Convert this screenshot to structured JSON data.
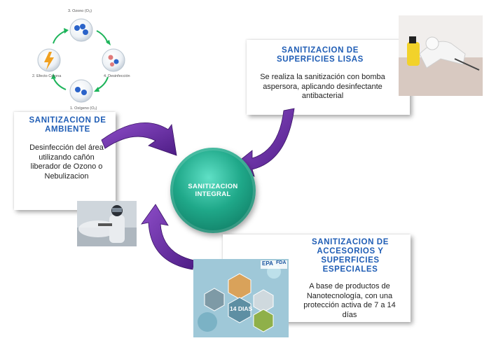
{
  "ozone_cycle": {
    "top_label": "3. Ozono (O₃)",
    "right_label": "4. Desinfección",
    "left_label": "2. Efecto Corona",
    "bottom_label": "1. Oxígeno (O₂)"
  },
  "ambiente": {
    "title": "SANITIZACION DE AMBIENTE",
    "body": "Desinfección del área utilizando cañón liberador de Ozono o Nebulizacion"
  },
  "superficies_lisas": {
    "title": "SANITIZACION DE SUPERFICIES LISAS",
    "body": "Se realiza la sanitización con bomba aspersora, aplicando desinfectante antibacterial"
  },
  "center": {
    "label": "SANITIZACION INTEGRAL"
  },
  "accesorios": {
    "title": "SANITIZACION DE ACCESORIOS Y SUPERFICIES ESPECIALES",
    "body": "A base de productos de Nanotecnología, con una protección activa de 7 a 14 días"
  },
  "nano_image": {
    "badge_epa": "EPA",
    "badge_fda": "FDA",
    "days": "14 DIAS"
  },
  "colors": {
    "title_blue": "#1f5db5",
    "arrow_purple": "#6a2aa0",
    "center_green": "#1fa889"
  }
}
